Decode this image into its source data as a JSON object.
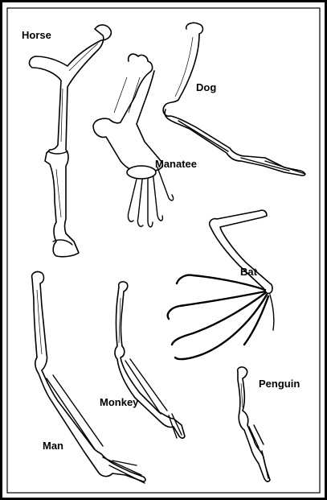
{
  "diagram": {
    "labels": {
      "horse": "Horse",
      "manatee": "Manatee",
      "dog": "Dog",
      "bat": "Bat",
      "man": "Man",
      "monkey": "Monkey",
      "penguin": "Penguin"
    },
    "colors": {
      "ink": "#000000",
      "paper": "#ffffff"
    }
  }
}
